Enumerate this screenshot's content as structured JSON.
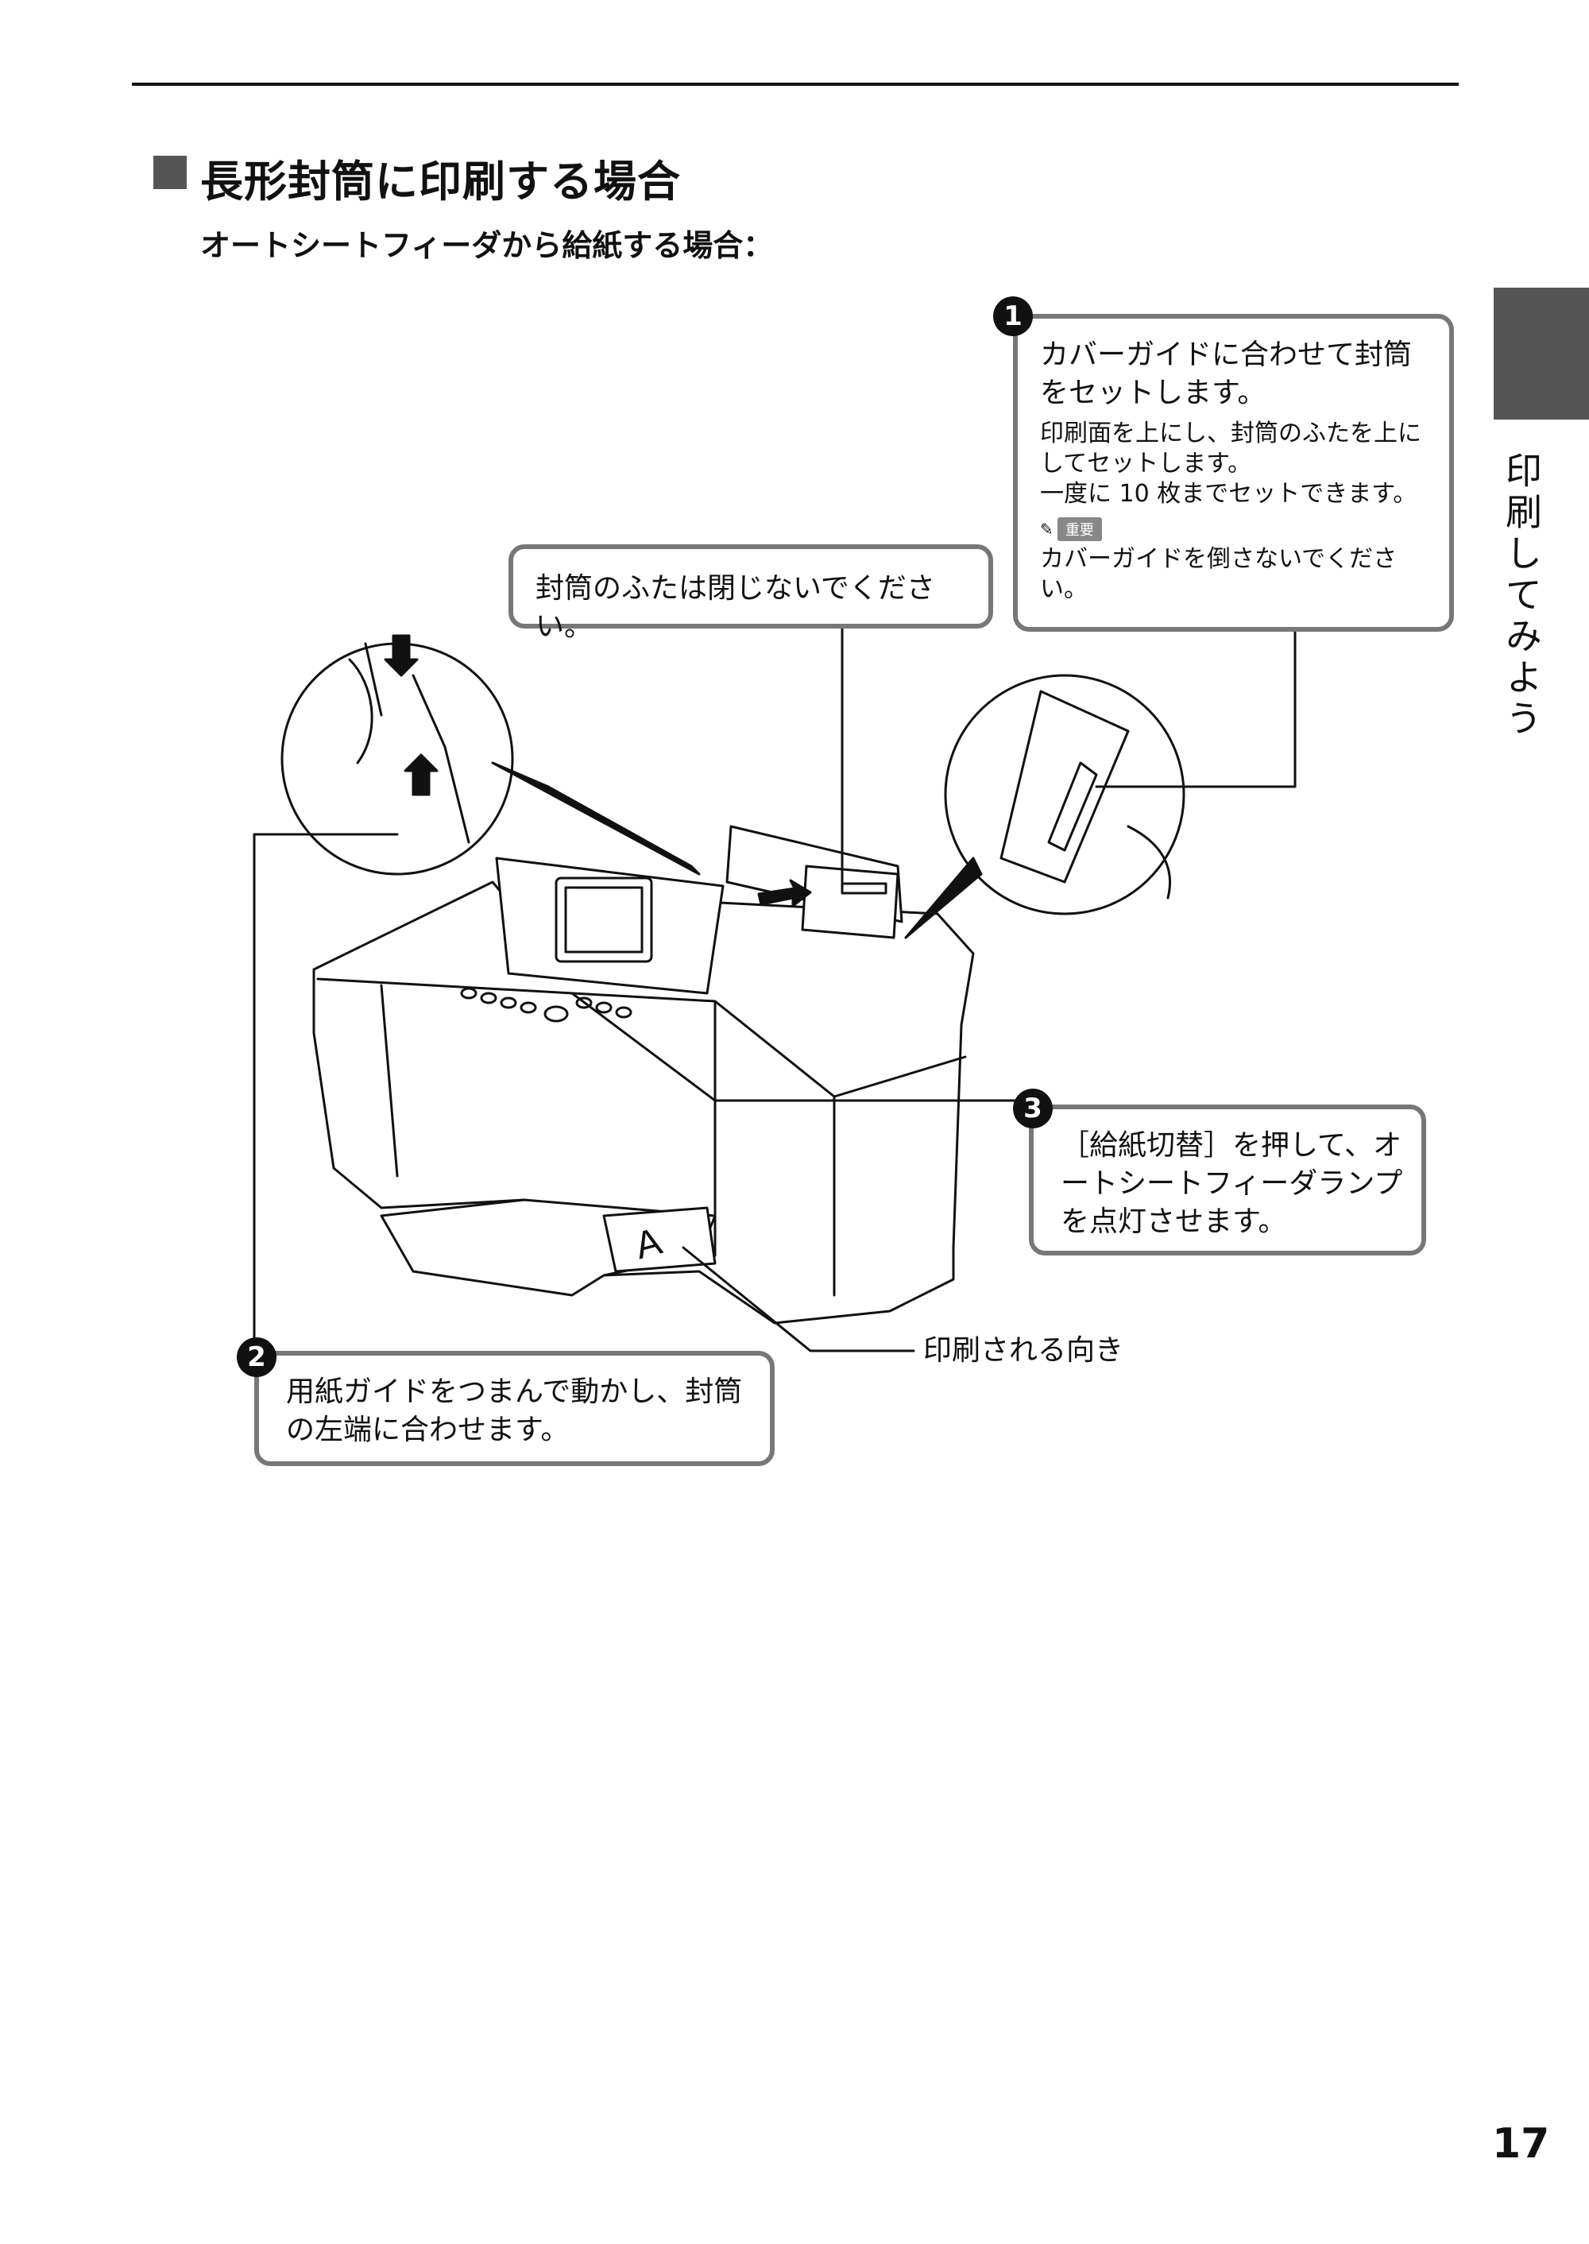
{
  "section": {
    "title": "長形封筒に印刷する場合",
    "subheading": "オートシートフィーダから給紙する場合："
  },
  "side_tab": {
    "label": "印刷してみよう"
  },
  "callouts": {
    "step1": {
      "number": "1",
      "title": "カバーガイドに合わせて封筒をセットします。",
      "detail": "印刷面を上にし、封筒のふたを上にしてセットします。\n一度に 10 枚までセットできます。",
      "important_label": "重要",
      "important_text": "カバーガイドを倒さないでください。"
    },
    "flap_note": "封筒のふたは閉じないでください。",
    "step2": {
      "number": "2",
      "text": "用紙ガイドをつまんで動かし、封筒の左端に合わせます。"
    },
    "step3": {
      "number": "3",
      "text": "［給紙切替］を押して、オートシートフィーダランプを点灯させます。"
    },
    "print_direction": "印刷される向き"
  },
  "illustration": {
    "paper_letter": "A"
  },
  "page_number": "17"
}
